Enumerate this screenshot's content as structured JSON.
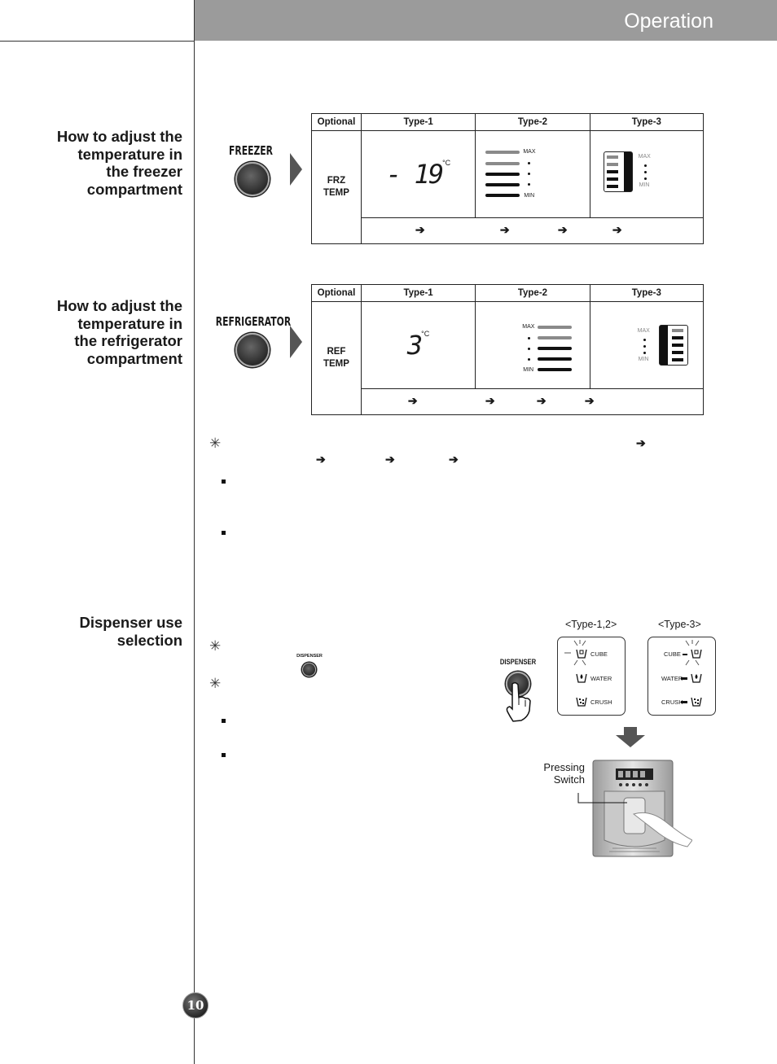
{
  "header": {
    "title": "Operation"
  },
  "page_number": "10",
  "sections": {
    "freezer": {
      "title_lines": [
        "How to adjust the",
        "temperature in",
        "the freezer",
        "compartment"
      ]
    },
    "refrigerator": {
      "title_lines": [
        "How to adjust the",
        "temperature in",
        "the refrigerator",
        "compartment"
      ]
    },
    "dispenser": {
      "title_lines": [
        "Dispenser use",
        "selection"
      ]
    }
  },
  "freezer_panel": {
    "button_label": "FREEZER",
    "table": {
      "headers": [
        "Optional",
        "Type-1",
        "Type-2",
        "Type-3"
      ],
      "row_label_lines": [
        "FRZ",
        "TEMP"
      ],
      "type1_display": "- 19",
      "unit": "°C",
      "max_label": "MAX",
      "min_label": "MIN"
    }
  },
  "refrigerator_panel": {
    "button_label": "REFRIGERATOR",
    "table": {
      "headers": [
        "Optional",
        "Type-1",
        "Type-2",
        "Type-3"
      ],
      "row_label_lines": [
        "REF",
        "TEMP"
      ],
      "type1_display": "3",
      "unit": "°C",
      "max_label": "MAX",
      "min_label": "MIN"
    }
  },
  "arrow_glyph": "➔",
  "note_symbol": "✳",
  "dispenser": {
    "small_button_label": "DISPENSER",
    "big_button_label": "DISPENSER",
    "type12_label": "<Type-1,2>",
    "type3_label": "<Type-3>",
    "options": [
      "CUBE",
      "WATER",
      "CRUSH"
    ],
    "pressing_switch_lines": [
      "Pressing",
      "Switch"
    ]
  },
  "colors": {
    "header_bar": "#9b9b9b",
    "bar_gray": "#8a8a8a",
    "bar_black": "#111111"
  }
}
